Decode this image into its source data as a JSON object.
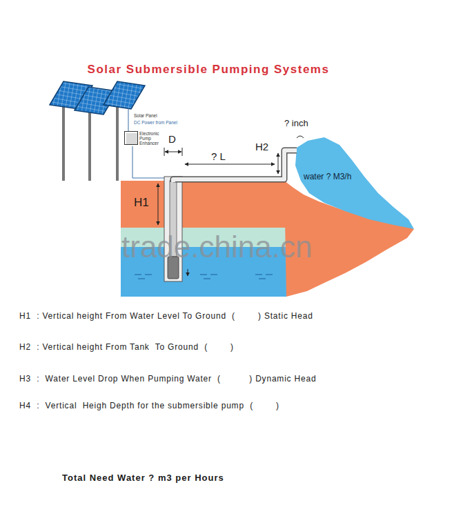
{
  "diagram": {
    "title": "Solar Submersible Pumping Systems",
    "nodes": [
      {
        "text": [
          "Electronic Pump Enhancer"
        ]
      }
    ],
    "labels": [
      "Solar Panel",
      "DC Power from Panel",
      "D",
      "? L",
      "H2",
      "? inch",
      "water ? M3/h",
      "H1",
      "trade.china.cn",
      "H1  : Vertical height From Water Level To Ground  (        ) Static Head",
      "H2  : Vertical height From Tank  To Ground  (        )",
      "H3  :  Water Level Drop When Pumping Water  (          ) Dynamic Head",
      "H4  :  Vertical  Heigh Depth for the submersible pump  (        )",
      "Total Need Water ? m3 per Hours"
    ]
  }
}
